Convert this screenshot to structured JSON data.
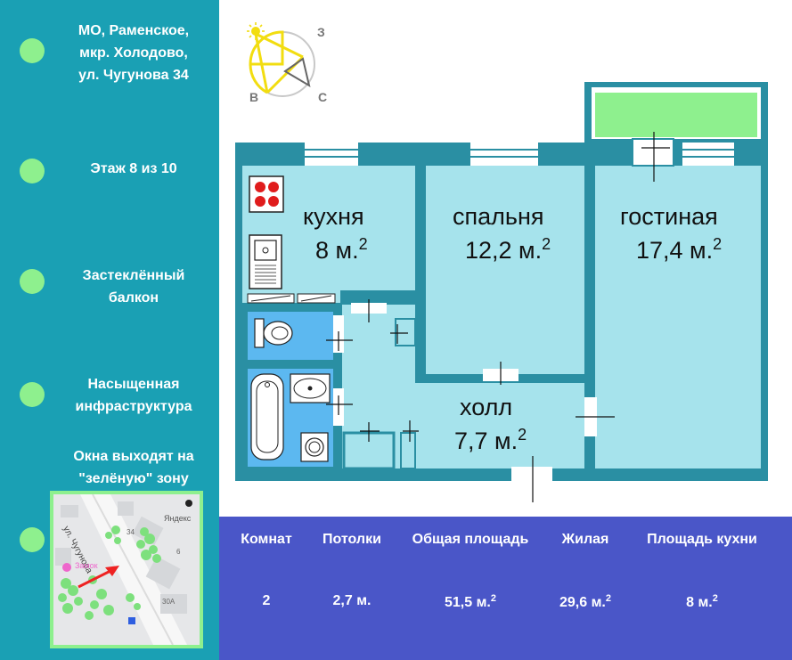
{
  "features": [
    {
      "text": "МО, Раменское,\nмкр. Холодово,\nул. Чугунова 34"
    },
    {
      "text": "Этаж 8 из 10"
    },
    {
      "text": "Застеклённый\nбалкон"
    },
    {
      "text": "Насыщенная\nинфраструктура"
    },
    {
      "text": "Окна выходят на\n\"зелёную\" зону"
    }
  ],
  "map": {
    "street": "ул. Чугунова",
    "brand": "Яндекс",
    "poi": "Замок",
    "house_34": "34",
    "house_30a": "30А",
    "house_6": "6"
  },
  "compass": {
    "west": "З",
    "east": "В",
    "south": "С"
  },
  "rooms": {
    "kitchen": {
      "name": "кухня",
      "area": "8 м.",
      "unit_sup": "2"
    },
    "bedroom": {
      "name": "спальня",
      "area": "12,2 м.",
      "unit_sup": "2"
    },
    "living": {
      "name": "гостиная",
      "area": "17,4 м.",
      "unit_sup": "2"
    },
    "hall": {
      "name": "холл",
      "area": "7,7 м.",
      "unit_sup": "2"
    }
  },
  "stats": [
    {
      "label": "Комнат",
      "value": "2",
      "sup": ""
    },
    {
      "label": "Потолки",
      "value": "2,7 м.",
      "sup": ""
    },
    {
      "label": "Общая площадь",
      "value": "51,5 м.",
      "sup": "2"
    },
    {
      "label": "Жилая",
      "value": "29,6 м.",
      "sup": "2"
    },
    {
      "label": "Площадь кухни",
      "value": "8 м.",
      "sup": "2"
    }
  ],
  "colors": {
    "sidebar": "#1aa0b4",
    "room_fill": "#a6e3ec",
    "wall": "#2a8fa3",
    "bath_fill": "#5cb8f0",
    "balcony": "#8ef08e",
    "stats_bg": "#4a56c8",
    "dot": "#8ef08e"
  }
}
